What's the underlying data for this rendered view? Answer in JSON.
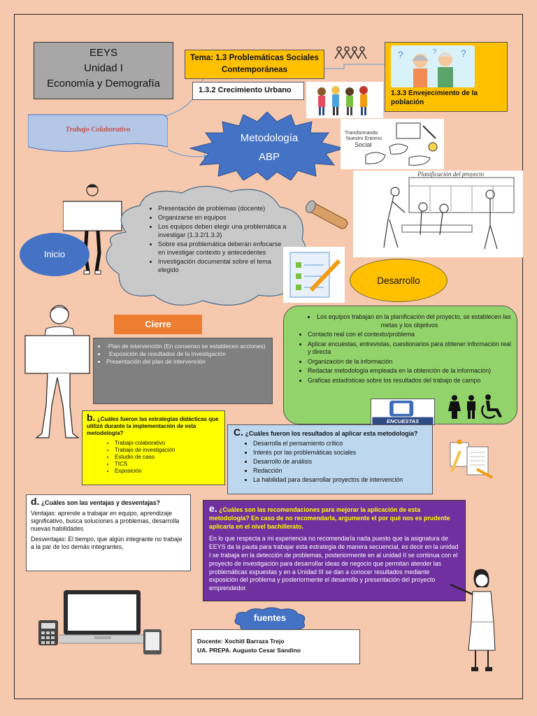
{
  "header": {
    "course": "EEYS",
    "unit": "Unidad I",
    "subject": "Economía y Demografía"
  },
  "tema": "Tema: 1.3 Problemáticas Sociales Contemporáneas",
  "subtema_urbano": "1.3.2 Crecimiento Urbano",
  "subtema_envejecimiento": "1.3.3 Envejecimiento de la población",
  "trabajo_colaborativo": "Trabajo Colaborativo",
  "metodologia": {
    "line1": "Metodología",
    "line2": "ABP"
  },
  "images": {
    "transformando_line1": "Transformando",
    "transformando_line2": "Nuestro Entorno",
    "transformando_line3": "Social",
    "planificacion": "Planificación del proyecto",
    "encuestas": "ENCUESTAS"
  },
  "inicio": {
    "label": "Inicio",
    "items": [
      "Presentación de problemas (docente)",
      "Organizarse en equipos",
      "Los equipos deben elegir una problemática a investigar (1.3.2/1.3.3)",
      "Sobre esa problemática deberán enfocarse en investigar contexto y antecedentes",
      "Investigación documental sobre el tema elegido"
    ]
  },
  "desarrollo": {
    "label": "Desarrollo",
    "items": [
      "Los equipos trabajan en la planificación del proyecto, se establecen las metas y los objetivos",
      "Contacto real con el contexto/problema",
      "Aplicar encuestas, entrevistas, cuestionarios para obtener información real y directa",
      "Organización de la información",
      "Redactar metodología empleada en la obtención de la información)",
      "Graficas estadísticas sobre los resultados del trabajo de campo"
    ]
  },
  "cierre": {
    "label": "Cierre",
    "items": [
      "-Plan de intervención (En consenso se establecen acciones)",
      "Exposición de resultados de la investigación",
      "Presentación del plan de intervención"
    ]
  },
  "q_b": {
    "letter": "b.",
    "question": "¿Cuáles fueron las estrategias didácticas que utilizó durante la implementación de esta metodología?",
    "items": [
      "Trabajo colaborativo",
      "Trabajo de investigación",
      "Estudio de caso",
      "TICS",
      "Exposición"
    ]
  },
  "q_c": {
    "letter": "C.",
    "question": "¿Cuáles fueron los resultados al aplicar esta metodología?",
    "items": [
      "Desarrolla el pensamiento crítico",
      "Interés por las problemáticas sociales",
      "Desarrollo de análisis",
      "Redacción",
      "La habilidad para desarrollar proyectos de intervención"
    ]
  },
  "q_d": {
    "letter": "d.",
    "question": "¿Cuáles son las ventajas y desventajas?",
    "ventajas": "Ventajas: aprende a trabajar en equipo, aprendizaje significativo, busca soluciones a problemas, desarrolla nuevas habilidades",
    "desventajas": "Desventajas: El tiempo, que algún integrante no trabaje a la par de los demás integrantes,"
  },
  "q_e": {
    "letter": "e.",
    "question": "¿Cuáles son las recomendaciones para mejorar la aplicación de esta metodología? En caso de no recomendarla, argumente el por qué nos es prudente aplicarla en el nivel bachillerato.",
    "answer": "En lo que respecta a mi experiencia no recomendaría nada puesto que la asignatura de EEYS da la pauta para trabajar esta estrategia de manera secuencial, es decir en la unidad I se trabaja en la detección de problemas, posteriormente en al unidad II se continua con el proyecto de investigación para desarrollar ideas de negocio que permitan atender las problemáticas expuestas y en a Unidad III se dan a conocer resultados mediante exposición del problema y posteriormente el desarrollo y presentación del proyecto emprendedor."
  },
  "fuentes": {
    "label": "fuentes",
    "docente": "Docente: Xochitl Barraza Trejo",
    "escuela": "UA. PREPA. Augusto Cesar Sandino"
  },
  "colors": {
    "background": "#f6c8ad",
    "gold": "#ffc000",
    "blue": "#4472c4",
    "green": "#92d36b",
    "orange": "#ed7d31",
    "purple": "#7030a0",
    "yellow": "#ffff00",
    "light_blue": "#bdd7ee",
    "gray": "#808080"
  }
}
